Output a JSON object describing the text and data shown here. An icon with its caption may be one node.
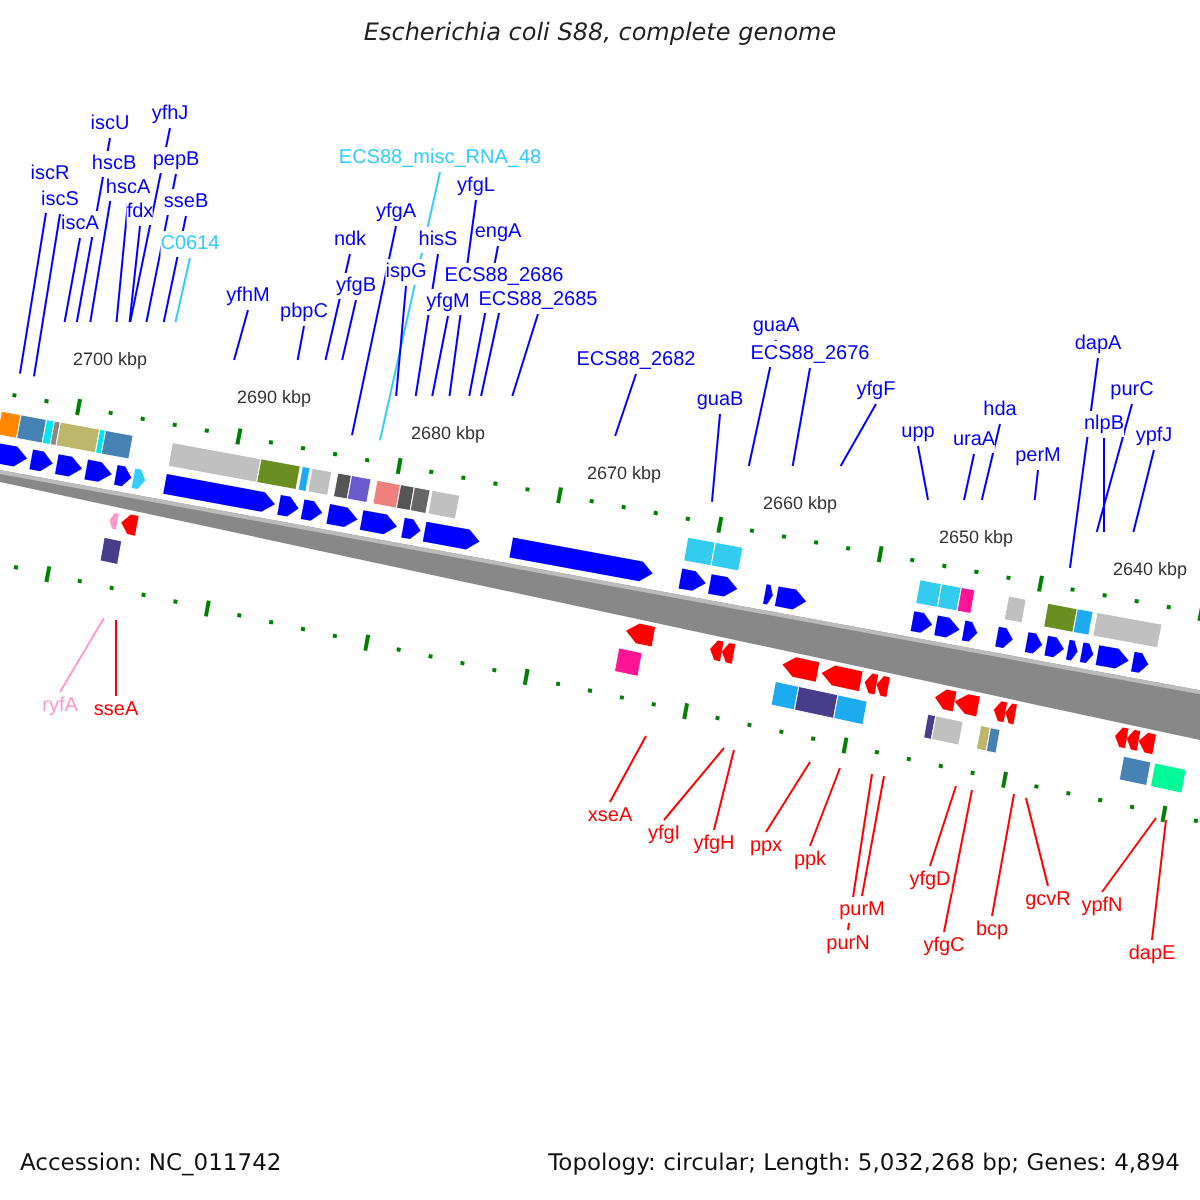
{
  "diagram": {
    "title": "Escherichia coli S88, complete genome",
    "nodes": [
      {
        "text": [
          "iscR"
        ]
      },
      {
        "text": [
          "iscS"
        ]
      },
      {
        "text": [
          "iscA"
        ]
      },
      {
        "text": [
          "iscU"
        ]
      },
      {
        "text": [
          "hscB"
        ]
      },
      {
        "text": [
          "hscA"
        ]
      },
      {
        "text": [
          "fdx"
        ]
      },
      {
        "text": [
          "yfhJ"
        ]
      },
      {
        "text": [
          "pepB"
        ]
      },
      {
        "text": [
          "sseB"
        ]
      },
      {
        "text": [
          "C0614"
        ]
      },
      {
        "text": [
          "yfhM"
        ]
      },
      {
        "text": [
          "pbpC"
        ]
      },
      {
        "text": [
          "ndk"
        ]
      },
      {
        "text": [
          "yfgB"
        ]
      },
      {
        "text": [
          "yfgA"
        ]
      },
      {
        "text": [
          "ECS88_misc_RNA_48"
        ]
      },
      {
        "text": [
          "ispG"
        ]
      },
      {
        "text": [
          "hisS"
        ]
      },
      {
        "text": [
          "yfgM"
        ]
      },
      {
        "text": [
          "yfgL"
        ]
      },
      {
        "text": [
          "engA"
        ]
      },
      {
        "text": [
          "ECS88_2686"
        ]
      },
      {
        "text": [
          "ECS88_2685"
        ]
      },
      {
        "text": [
          "ECS88_2682"
        ]
      },
      {
        "text": [
          "guaB"
        ]
      },
      {
        "text": [
          "guaA"
        ]
      },
      {
        "text": [
          "ECS88_2676"
        ]
      },
      {
        "text": [
          "yfgF"
        ]
      },
      {
        "text": [
          "upp"
        ]
      },
      {
        "text": [
          "uraA"
        ]
      },
      {
        "text": [
          "hda"
        ]
      },
      {
        "text": [
          "perM"
        ]
      },
      {
        "text": [
          "dapA"
        ]
      },
      {
        "text": [
          "purC"
        ]
      },
      {
        "text": [
          "nlpB"
        ]
      },
      {
        "text": [
          "ypfJ"
        ]
      },
      {
        "text": [
          "ryfA"
        ]
      },
      {
        "text": [
          "sseA"
        ]
      },
      {
        "text": [
          "xseA"
        ]
      },
      {
        "text": [
          "yfgI"
        ]
      },
      {
        "text": [
          "yfgH"
        ]
      },
      {
        "text": [
          "ppx"
        ]
      },
      {
        "text": [
          "ppk"
        ]
      },
      {
        "text": [
          "purN"
        ]
      },
      {
        "text": [
          "purM"
        ]
      },
      {
        "text": [
          "yfgD"
        ]
      },
      {
        "text": [
          "yfgC"
        ]
      },
      {
        "text": [
          "bcp"
        ]
      },
      {
        "text": [
          "gcvR"
        ]
      },
      {
        "text": [
          "ypfN"
        ]
      },
      {
        "text": [
          "dapE"
        ]
      }
    ],
    "edges": [
      {
        "from": 0,
        "to": null,
        "arrow": "none"
      },
      {
        "from": 1,
        "to": null,
        "arrow": "none"
      },
      {
        "from": 2,
        "to": null,
        "arrow": "none"
      },
      {
        "from": 3,
        "to": null,
        "arrow": "none"
      },
      {
        "from": 4,
        "to": null,
        "arrow": "none"
      },
      {
        "from": 5,
        "to": null,
        "arrow": "none"
      },
      {
        "from": 6,
        "to": null,
        "arrow": "none"
      },
      {
        "from": 7,
        "to": null,
        "arrow": "none"
      },
      {
        "from": 8,
        "to": null,
        "arrow": "none"
      },
      {
        "from": 9,
        "to": null,
        "arrow": "none"
      },
      {
        "from": 10,
        "to": null,
        "arrow": "none",
        "color": "#33ccff"
      },
      {
        "from": 11,
        "to": null,
        "arrow": "none"
      },
      {
        "from": 12,
        "to": null,
        "arrow": "none"
      },
      {
        "from": 13,
        "to": null,
        "arrow": "none"
      },
      {
        "from": 14,
        "to": null,
        "arrow": "none"
      },
      {
        "from": 15,
        "to": null,
        "arrow": "none"
      },
      {
        "from": 16,
        "to": null,
        "arrow": "none",
        "color": "#33ccff"
      },
      {
        "from": 17,
        "to": null,
        "arrow": "none"
      },
      {
        "from": 18,
        "to": null,
        "arrow": "none"
      },
      {
        "from": 19,
        "to": null,
        "arrow": "none"
      },
      {
        "from": 20,
        "to": null,
        "arrow": "none"
      },
      {
        "from": 21,
        "to": null,
        "arrow": "none"
      },
      {
        "from": 22,
        "to": null,
        "arrow": "none"
      },
      {
        "from": 23,
        "to": null,
        "arrow": "none"
      },
      {
        "from": 24,
        "to": null,
        "arrow": "none"
      },
      {
        "from": 25,
        "to": null,
        "arrow": "none"
      },
      {
        "from": 26,
        "to": null,
        "arrow": "none"
      },
      {
        "from": 27,
        "to": null,
        "arrow": "none"
      },
      {
        "from": 28,
        "to": null,
        "arrow": "none"
      },
      {
        "from": 29,
        "to": null,
        "arrow": "none"
      },
      {
        "from": 30,
        "to": null,
        "arrow": "none"
      },
      {
        "from": 31,
        "to": null,
        "arrow": "none"
      },
      {
        "from": 32,
        "to": null,
        "arrow": "none"
      },
      {
        "from": 33,
        "to": null,
        "arrow": "none"
      },
      {
        "from": 34,
        "to": null,
        "arrow": "none"
      },
      {
        "from": 35,
        "to": null,
        "arrow": "none"
      },
      {
        "from": 36,
        "to": null,
        "arrow": "none"
      },
      {
        "from": 37,
        "to": null,
        "arrow": "none",
        "color": "#ff99cc"
      },
      {
        "from": 38,
        "to": null,
        "arrow": "none",
        "color": "#ff0000"
      },
      {
        "from": 39,
        "to": null,
        "arrow": "none",
        "color": "#ff0000"
      },
      {
        "from": 40,
        "to": null,
        "arrow": "none",
        "color": "#ff0000"
      },
      {
        "from": 41,
        "to": null,
        "arrow": "none",
        "color": "#ff0000"
      },
      {
        "from": 42,
        "to": null,
        "arrow": "none",
        "color": "#ff0000"
      },
      {
        "from": 43,
        "to": null,
        "arrow": "none",
        "color": "#ff0000"
      },
      {
        "from": 44,
        "to": null,
        "arrow": "none",
        "color": "#ff0000"
      },
      {
        "from": 45,
        "to": null,
        "arrow": "none",
        "color": "#ff0000"
      },
      {
        "from": 46,
        "to": null,
        "arrow": "none",
        "color": "#ff0000"
      },
      {
        "from": 47,
        "to": null,
        "arrow": "none",
        "color": "#ff0000"
      },
      {
        "from": 48,
        "to": null,
        "arrow": "none",
        "color": "#ff0000"
      },
      {
        "from": 49,
        "to": null,
        "arrow": "none",
        "color": "#ff0000"
      },
      {
        "from": 50,
        "to": null,
        "arrow": "none",
        "color": "#ff0000"
      },
      {
        "from": 51,
        "to": null,
        "arrow": "none",
        "color": "#ff0000"
      }
    ],
    "labels": [
      "2700 kbp",
      "2690 kbp",
      "2680 kbp",
      "2670 kbp",
      "2660 kbp",
      "2650 kbp",
      "2640 kbp",
      "Accession: NC_011742",
      "Topology: circular; Length: 5,032,268 bp; Genes: 4,894"
    ]
  }
}
